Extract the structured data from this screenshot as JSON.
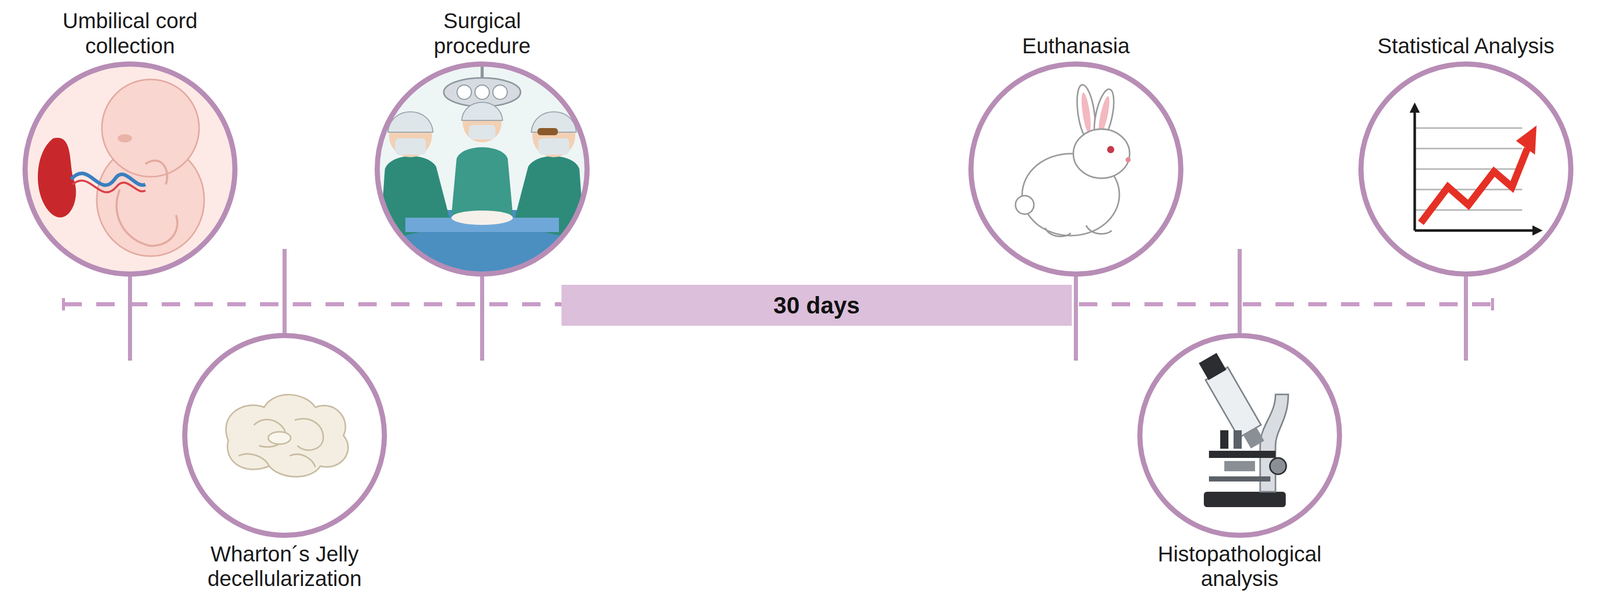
{
  "diagram": {
    "nodes": [
      {
        "text": [
          "Umbilical cord collection"
        ]
      },
      {
        "text": [
          "Wharton´s Jelly decellularization"
        ]
      },
      {
        "text": [
          "Surgical procedure"
        ]
      },
      {
        "text": [
          "30 days"
        ]
      },
      {
        "text": [
          "Euthanasia"
        ]
      },
      {
        "text": [
          "Histopathological analysis"
        ]
      },
      {
        "text": [
          "Statistical Analysis"
        ]
      }
    ]
  }
}
